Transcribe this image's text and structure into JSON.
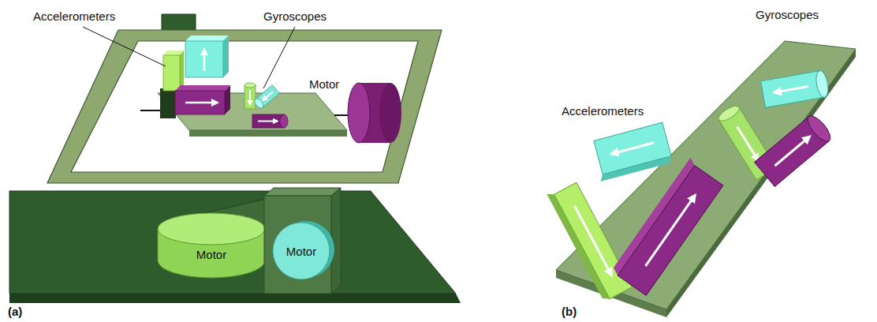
{
  "diagram": {
    "labels": [
      "Accelerometers",
      "Gyroscopes",
      "Motor",
      "Motor",
      "Motor",
      "(a)",
      "Gyroscopes",
      "Accelerometers",
      "(b)"
    ]
  }
}
